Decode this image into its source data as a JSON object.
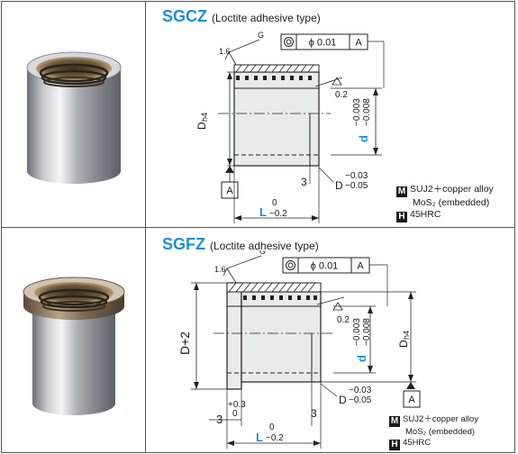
{
  "products": [
    {
      "model": "SGCZ",
      "subtitle": "(Loctite adhesive type)",
      "dims": {
        "grade": "G",
        "roughness": "1.6",
        "tolerance": "ϕ 0.01",
        "datum": "A",
        "angle": "0.2",
        "outer_dia": "D",
        "outer_fit": "h4",
        "inner_dia": "d",
        "inner_tol_upper": "−0.003",
        "inner_tol_lower": "−0.008",
        "outer_tol_upper": "−0.03",
        "outer_tol_lower": "−0.05",
        "chamfer": "3",
        "length": "L",
        "len_tol_upper": "0",
        "len_tol_lower": "−0.2"
      },
      "specs": {
        "material_badge": "M",
        "material_line1": "SUJ2＋copper alloy",
        "material_line2": "MoS₂ (embedded)",
        "hardness_badge": "H",
        "hardness": "45HRC"
      }
    },
    {
      "model": "SGFZ",
      "subtitle": "(Loctite adhesive type)",
      "dims": {
        "grade": "G",
        "roughness": "1.6",
        "tolerance": "ϕ 0.01",
        "datum": "A",
        "angle": "0.2",
        "flange_dia": "D+2",
        "outer_dia": "D",
        "outer_fit": "h4",
        "inner_dia": "d",
        "inner_tol_upper": "−0.003",
        "inner_tol_lower": "−0.008",
        "outer_tol_upper": "−0.03",
        "outer_tol_lower": "−0.05",
        "flange_len": "3",
        "flange_len_tol_upper": "+0.3",
        "flange_len_tol_lower": "0",
        "chamfer": "3",
        "length": "L",
        "len_tol_upper": "0",
        "len_tol_lower": "−0.2"
      },
      "specs": {
        "material_badge": "M",
        "material_line1": "SUJ2＋copper alloy",
        "material_line2": "MoS₂ (embedded)",
        "hardness_badge": "H",
        "hardness": "45HRC"
      }
    }
  ],
  "colors": {
    "accent": "#1d8ed8",
    "shading": "#e8ece8",
    "bronze": "#a8936a",
    "steel": "#9aa0a6"
  }
}
